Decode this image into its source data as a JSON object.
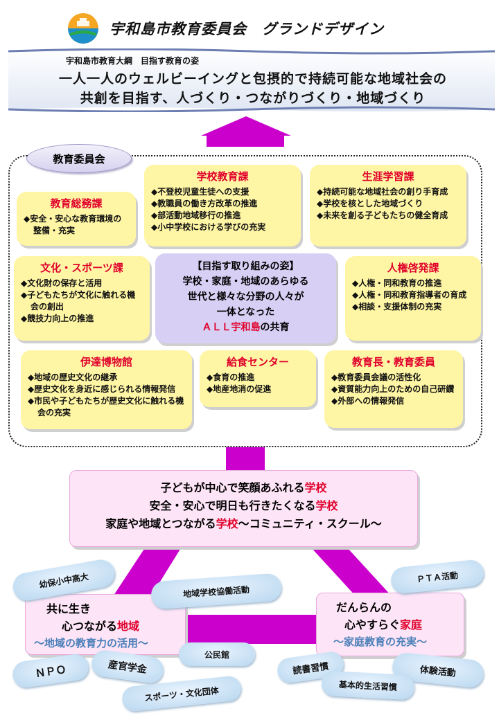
{
  "header": {
    "title": "宇和島市教育委員会　グランドデザイン"
  },
  "vision": {
    "subtitle": "宇和島市教育大綱　目指す教育の姿",
    "line1": "一人一人のウェルビーイングと包摂的で持続可能な地域社会の",
    "line2": "共創を目指す、人づくり・つながりづくり・地域づくり"
  },
  "board": {
    "label": "教育委員会",
    "units": [
      {
        "title": "学校教育課",
        "items": [
          "不登校児童生徒への支援",
          "教職員の働き方改革の推進",
          "部活動地域移行の推進",
          "小中学校における学びの充実"
        ]
      },
      {
        "title": "生涯学習課",
        "items": [
          "持続可能な地域社会の創り手育成",
          "学校を核とした地域づくり",
          "未来を創る子どもたちの健全育成"
        ]
      },
      {
        "title": "教育総務課",
        "items": [
          "安全・安心な教育環境の整備・充実"
        ]
      },
      {
        "title": "文化・スポーツ課",
        "items": [
          "文化財の保存と活用",
          "子どもたちが文化に触れる機会の創出",
          "競技力向上の推進"
        ]
      },
      {
        "title": "人権啓発課",
        "items": [
          "人権・同和教育の推進",
          "人権・同和教育指導者の育成",
          "相談・支援体制の充実"
        ]
      },
      {
        "title": "伊達博物館",
        "items": [
          "地域の歴史文化の継承",
          "歴史文化を身近に感じられる情報発信",
          "市民や子どもたちが歴史文化に触れる機会の充実"
        ]
      },
      {
        "title": "給食センター",
        "items": [
          "食育の推進",
          "地産地消の促進"
        ]
      },
      {
        "title": "教育長・教育委員",
        "items": [
          "教育委員会議の活性化",
          "資質能力向上のための自己研鑽",
          "外部への情報発信"
        ]
      }
    ],
    "center": {
      "title": "【目指す取り組みの姿】",
      "line1": "学校・家庭・地域のあらゆる",
      "line2": "世代と様々な分野の人々が",
      "line3": "一体となった",
      "line4_red": "ＡＬＬ宇和島",
      "line4_rest": "の共育"
    }
  },
  "school": {
    "l1_text": "子どもが中心で笑顔あふれる",
    "l1_red": "学校",
    "l2_text": "安全・安心で明日も行きたくなる",
    "l2_red": "学校",
    "l3_pre": "家庭や地域とつながる",
    "l3_red": "学校",
    "l3_post": "～コミュニティ・スクール～"
  },
  "community": {
    "l1": "共に生き",
    "l2_text": "心つながる",
    "l2_red": "地域",
    "l3": "～地域の教育力の活用～"
  },
  "home": {
    "l1": "だんらんの",
    "l2_text": "心やすらぐ",
    "l2_red": "家庭",
    "l3": "～家庭教育の充実～"
  },
  "clouds": {
    "c1": "幼保小中高大",
    "c2": "地域学校協働活動",
    "c3": "ＰＴＡ活動",
    "c4": "ＮＰＯ",
    "c5": "産官学金",
    "c6": "公民館",
    "c7": "スポーツ・文化団体",
    "c8": "読書習慣",
    "c9": "体験活動",
    "c10": "基本的生活習慣"
  },
  "colors": {
    "accent_red": "#e0002b",
    "unit_box": "#fff6a5",
    "center_box": "#d8cff5",
    "pink_box": "#fde4f6",
    "arrow": "#cc00cc",
    "cloud": "#c8e0f5"
  }
}
